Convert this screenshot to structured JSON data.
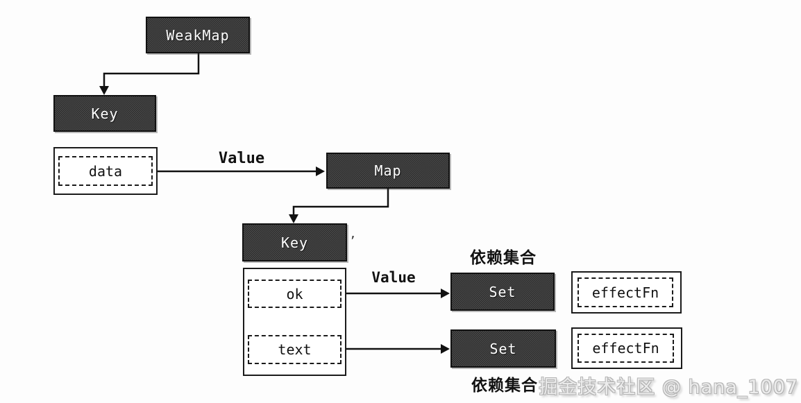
{
  "diagram": {
    "nodes": {
      "weakmap": {
        "label": "WeakMap"
      },
      "key_top": {
        "label": "Key"
      },
      "data": {
        "label": "data"
      },
      "map": {
        "label": "Map"
      },
      "key_inner": {
        "label": "Key"
      },
      "ok": {
        "label": "ok"
      },
      "text_field": {
        "label": "text"
      },
      "set_top": {
        "label": "Set"
      },
      "set_bottom": {
        "label": "Set"
      },
      "effectfn_top": {
        "label": "effectFn"
      },
      "effectfn_bottom": {
        "label": "effectFn"
      }
    },
    "edges": {
      "value_top_label": "Value",
      "value_bottom_label": "Value"
    },
    "annotations": {
      "deps_top": "依赖集合",
      "deps_bottom": "依赖集合",
      "stray_mark": "’"
    },
    "colors": {
      "node_fill": "#3a3a3a",
      "node_text": "#ffffff",
      "line": "#111111",
      "background": "#fdfdfd"
    }
  },
  "watermark": {
    "text": "掘金技术社区 @ hana_1007"
  }
}
